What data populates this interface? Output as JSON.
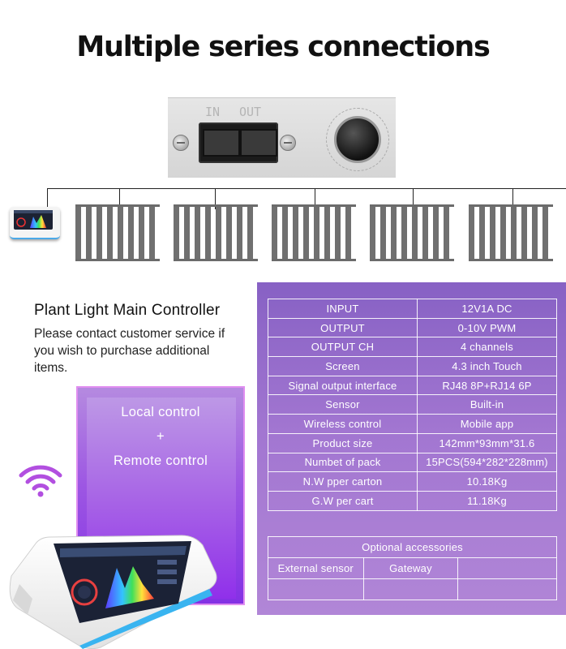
{
  "title": "Multiple series connections",
  "panel": {
    "in_label": "IN",
    "out_label": "OUT"
  },
  "controller": {
    "heading": "Plant Light Main Controller",
    "description": "Please contact customer service if you wish to purchase additional items."
  },
  "features": {
    "line1": "Local control",
    "plus": "+",
    "line2": "Remote control"
  },
  "icons": {
    "wifi": "wifi-icon"
  },
  "colors": {
    "accent_purple": "#8431e4",
    "table_bg": "#9a6fcd",
    "device_edge": "#4aa9e8"
  },
  "specs": [
    {
      "key": "INPUT",
      "value": "12V1A DC"
    },
    {
      "key": "OUTPUT",
      "value": "0-10V   PWM"
    },
    {
      "key": "OUTPUT CH",
      "value": "4 channels"
    },
    {
      "key": "Screen",
      "value": "4.3 inch  Touch"
    },
    {
      "key": "Signal output interface",
      "value": "RJ48  8P+RJ14 6P"
    },
    {
      "key": "Sensor",
      "value": "Built-in"
    },
    {
      "key": "Wireless control",
      "value": "Mobile app"
    },
    {
      "key": "Product size",
      "value": "142mm*93mm*31.6"
    },
    {
      "key": "Numbet of pack",
      "value": "15PCS(594*282*228mm)"
    },
    {
      "key": "N.W pper carton",
      "value": "10.18Kg"
    },
    {
      "key": "G.W per cart",
      "value": "11.18Kg"
    }
  ],
  "accessories": {
    "heading": "Optional accessories",
    "items": [
      "External sensor",
      "Gateway",
      ""
    ]
  }
}
